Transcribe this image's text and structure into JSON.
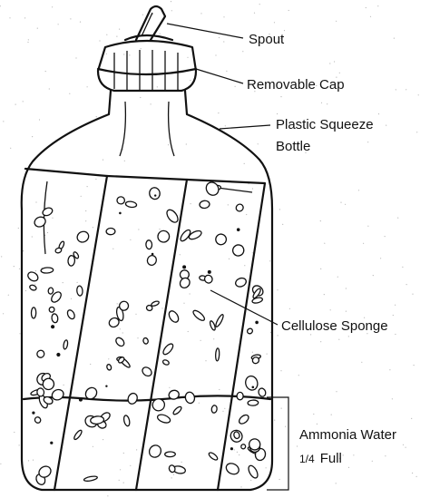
{
  "labels": {
    "spout": "Spout",
    "cap": "Removable Cap",
    "bottle_line1": "Plastic Squeeze",
    "bottle_line2": "Bottle",
    "sponge": "Cellulose Sponge",
    "water_line1": "Ammonia Water",
    "water_fraction": "1/4",
    "water_word": "Full"
  },
  "ink_color": "#111111",
  "paper_color": "#ffffff"
}
